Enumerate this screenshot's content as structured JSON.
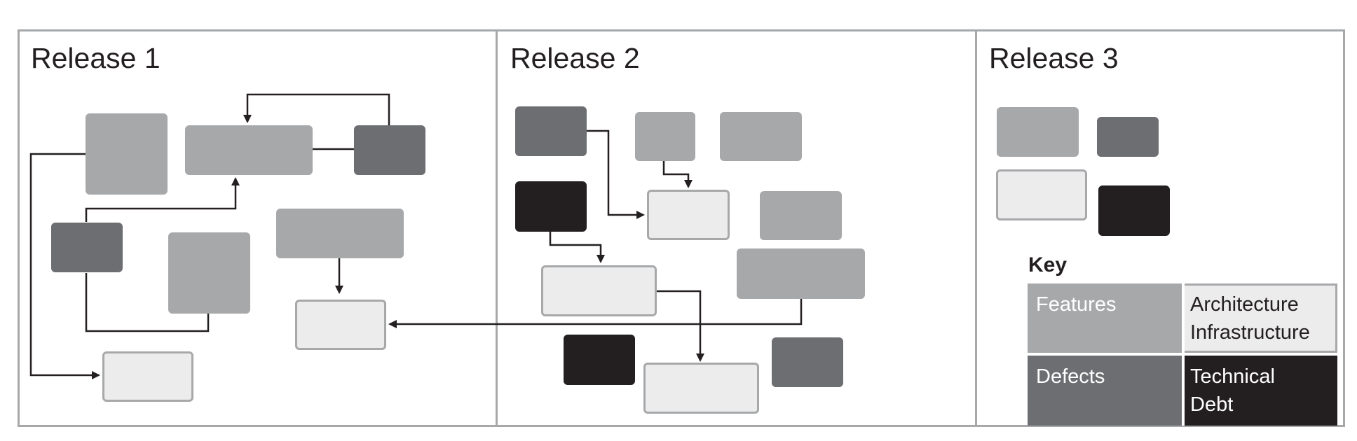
{
  "releases": [
    {
      "title": "Release 1"
    },
    {
      "title": "Release 2"
    },
    {
      "title": "Release 3"
    }
  ],
  "key": {
    "title": "Key",
    "features": "Features",
    "architecture_line1": "Architecture",
    "architecture_line2": "Infrastructure",
    "defects": "Defects",
    "debt_line1": "Technical",
    "debt_line2": "Debt"
  },
  "colors": {
    "features": "#a7a8aa",
    "defects": "#6d6e71",
    "technical_debt": "#231f20",
    "architecture_infrastructure": "#ececed",
    "frame": "#a7a8aa",
    "connector": "#231f20"
  }
}
